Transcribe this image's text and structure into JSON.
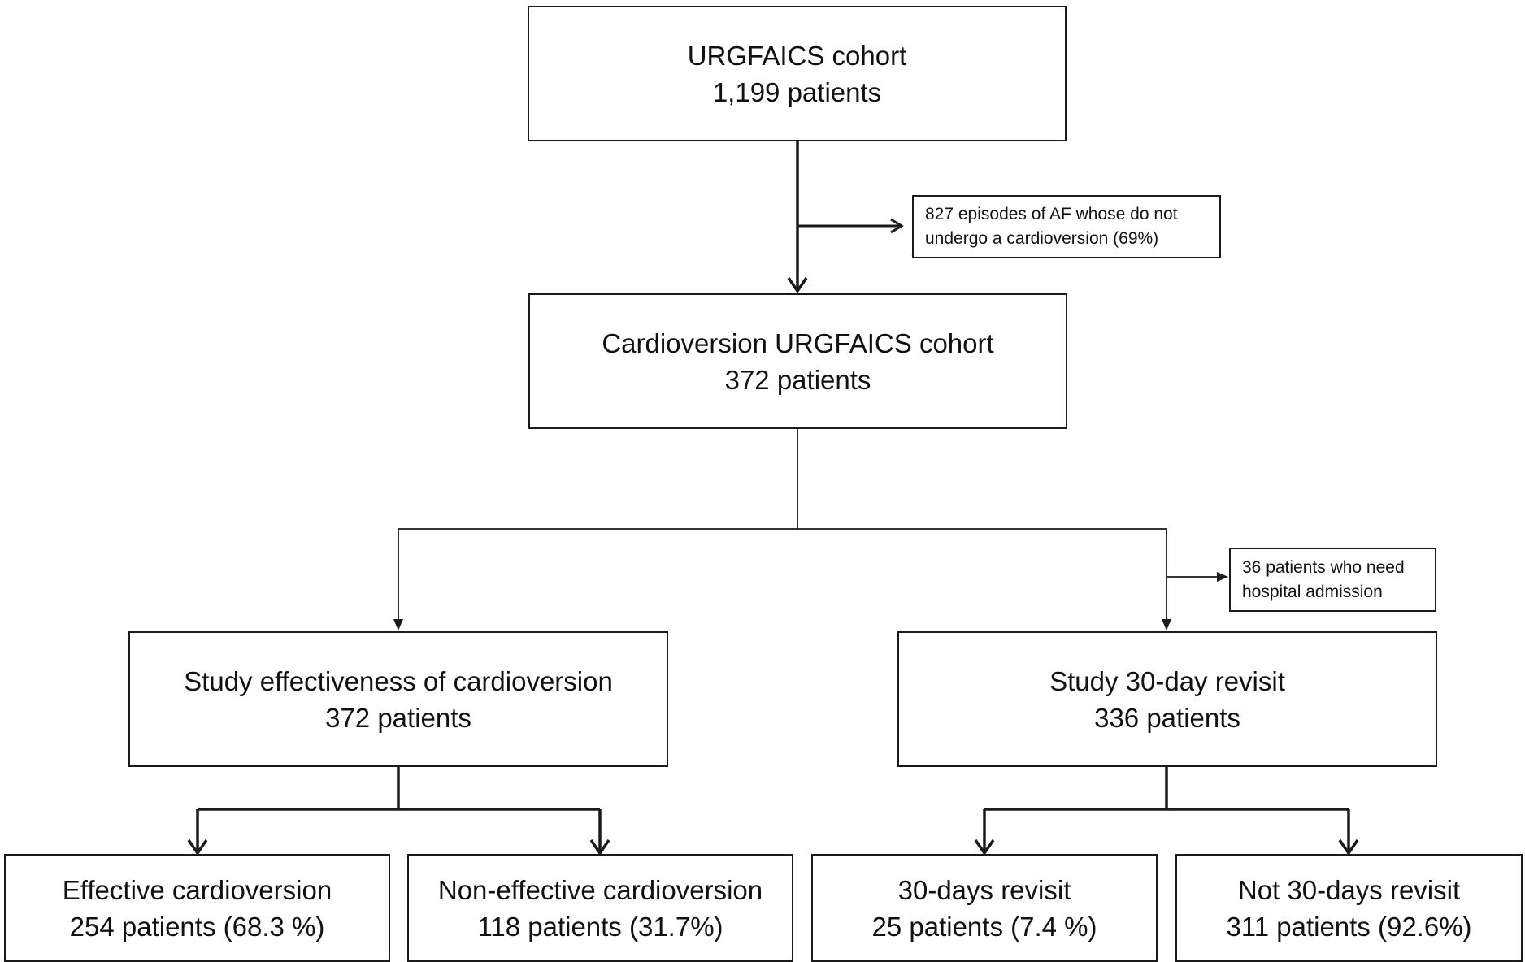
{
  "flowchart": {
    "cohort": {
      "title": "URGFAICS cohort",
      "count": "1,199 patients"
    },
    "exclusion_cardioversion": {
      "line1": "827 episodes of AF whose do not",
      "line2": "undergo a cardioversion (69%)"
    },
    "cardioversion_cohort": {
      "title": "Cardioversion URGFAICS cohort",
      "count": "372 patients"
    },
    "exclusion_admission": {
      "line1": "36 patients who need",
      "line2": "hospital admission"
    },
    "effectiveness_study": {
      "title": "Study effectiveness of cardioversion",
      "count": "372 patients"
    },
    "revisit_study": {
      "title": "Study 30-day revisit",
      "count": "336 patients"
    },
    "outcomes": {
      "effective": {
        "title": "Effective cardioversion",
        "count": "254 patients (68.3 %)"
      },
      "non_effective": {
        "title": "Non-effective cardioversion",
        "count": "118 patients (31.7%)"
      },
      "revisit": {
        "title": "30-days revisit",
        "count": "25 patients (7.4 %)"
      },
      "no_revisit": {
        "title": "Not 30-days revisit",
        "count": "311 patients (92.6%)"
      }
    }
  }
}
